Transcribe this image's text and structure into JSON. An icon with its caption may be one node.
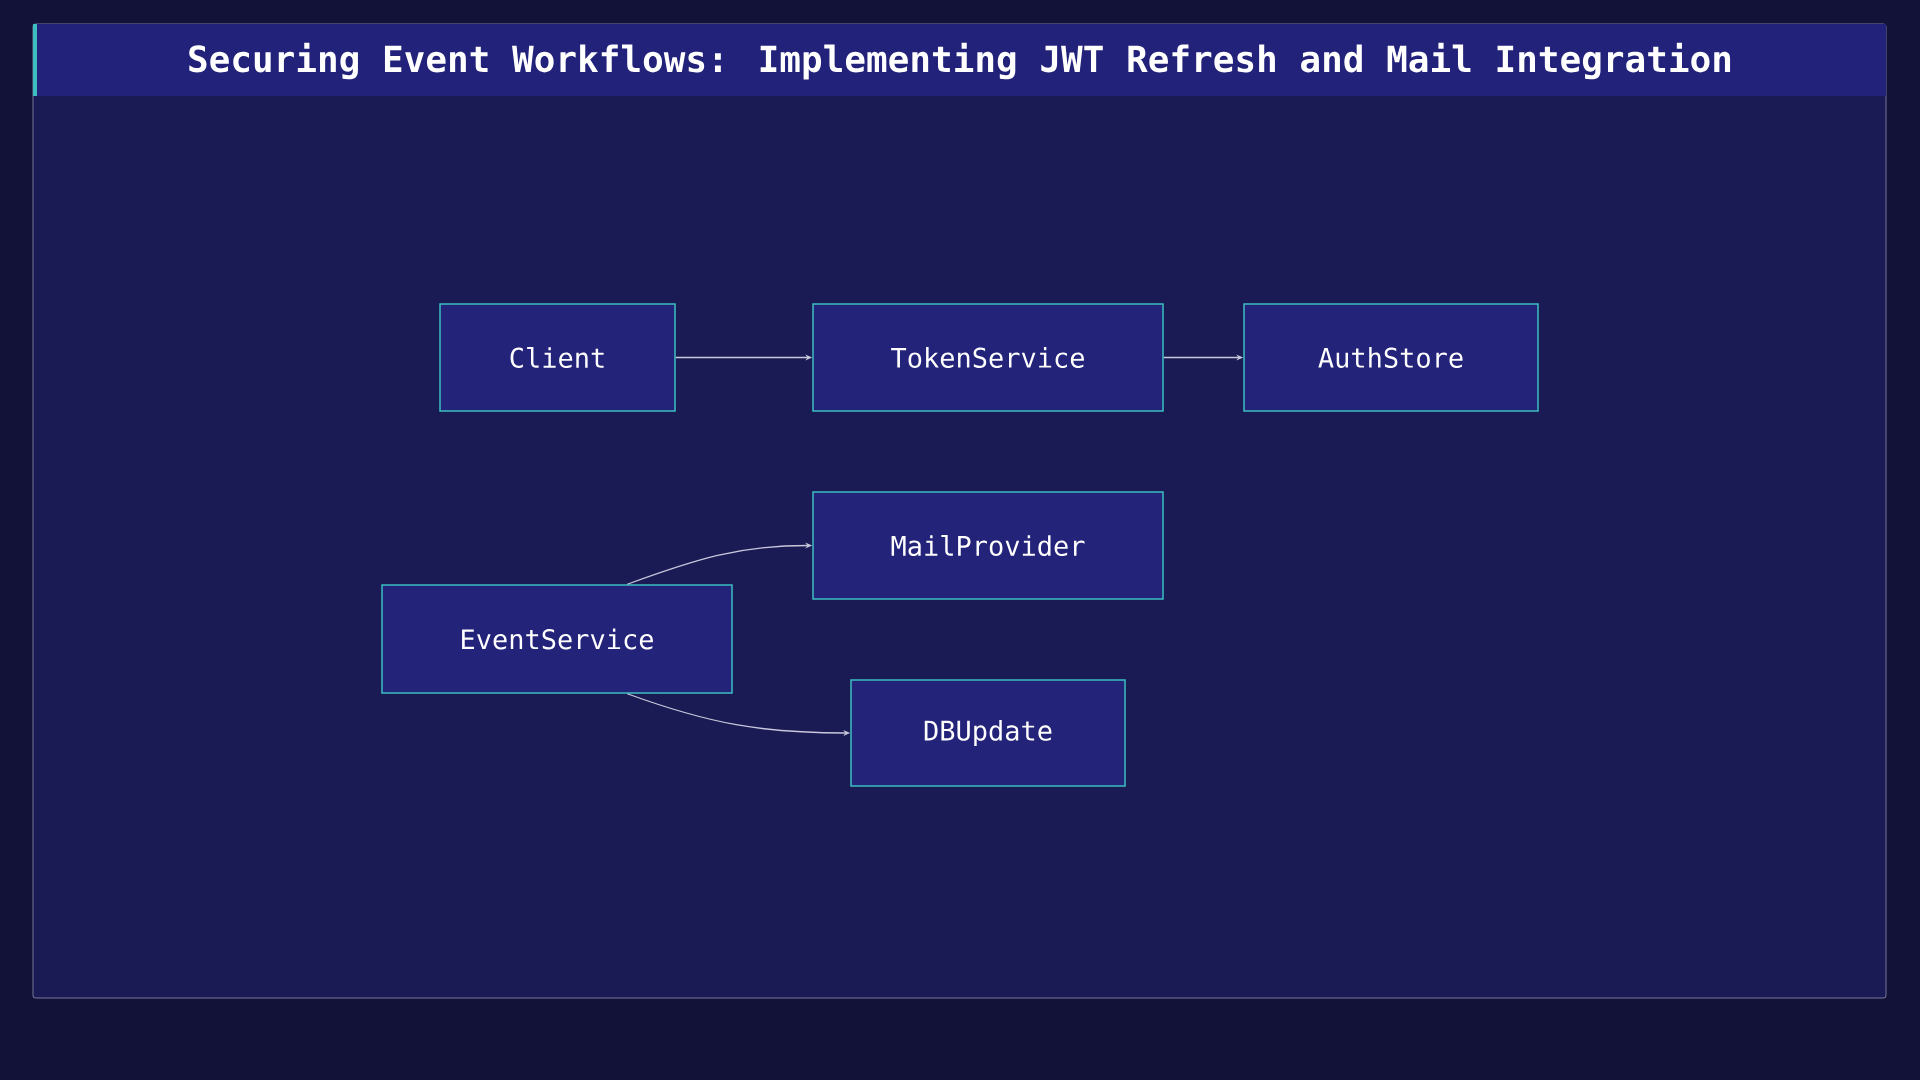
{
  "diagram": {
    "title": "Securing Event Workflows: Implementing JWT Refresh and Mail Integration",
    "nodes": [
      {
        "text": [
          "Client"
        ]
      },
      {
        "text": [
          "TokenService"
        ]
      },
      {
        "text": [
          "AuthStore"
        ]
      },
      {
        "text": [
          "MailProvider"
        ]
      },
      {
        "text": [
          "EventService"
        ]
      },
      {
        "text": [
          "DBUpdate"
        ]
      }
    ],
    "edges": [
      {
        "from": 0,
        "to": 1,
        "arrow": "to"
      },
      {
        "from": 1,
        "to": 2,
        "arrow": "to"
      },
      {
        "from": 4,
        "to": 3,
        "arrow": "to"
      },
      {
        "from": 4,
        "to": 5,
        "arrow": "to"
      }
    ]
  }
}
